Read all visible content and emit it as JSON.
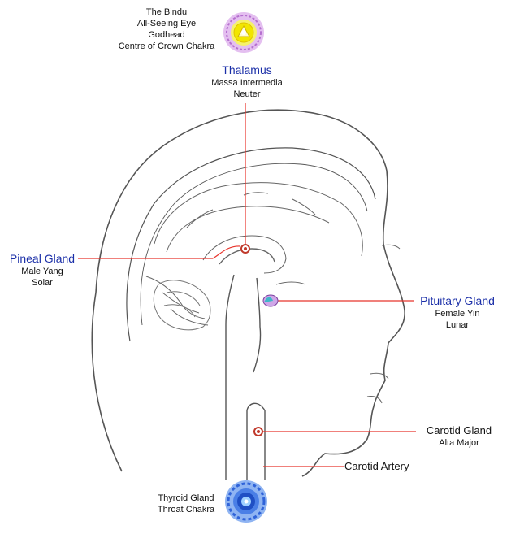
{
  "bindu": {
    "lines": [
      "The Bindu",
      "All-Seeing Eye",
      "Godhead",
      "Centre of Crown Chakra"
    ],
    "icon": "crown-chakra-icon"
  },
  "thalamus": {
    "title": "Thalamus",
    "lines": [
      "Massa Intermedia",
      "Neuter"
    ]
  },
  "pineal": {
    "title": "Pineal Gland",
    "lines": [
      "Male Yang",
      "Solar"
    ]
  },
  "pituitary": {
    "title": "Pituitary Gland",
    "lines": [
      "Female Yin",
      "Lunar"
    ]
  },
  "carotid_gland": {
    "title": "Carotid Gland",
    "lines": [
      "Alta Major"
    ]
  },
  "carotid_artery": {
    "title": "Carotid Artery"
  },
  "thyroid": {
    "lines": [
      "Thyroid Gland",
      "Throat Chakra"
    ],
    "icon": "throat-chakra-icon"
  },
  "colors": {
    "label_blue": "#1b2fa8",
    "leader_line": "#e8342c",
    "crown_yellow": "#f2e600",
    "crown_purple": "#c77fd6",
    "throat_blue": "#2f63d9"
  }
}
